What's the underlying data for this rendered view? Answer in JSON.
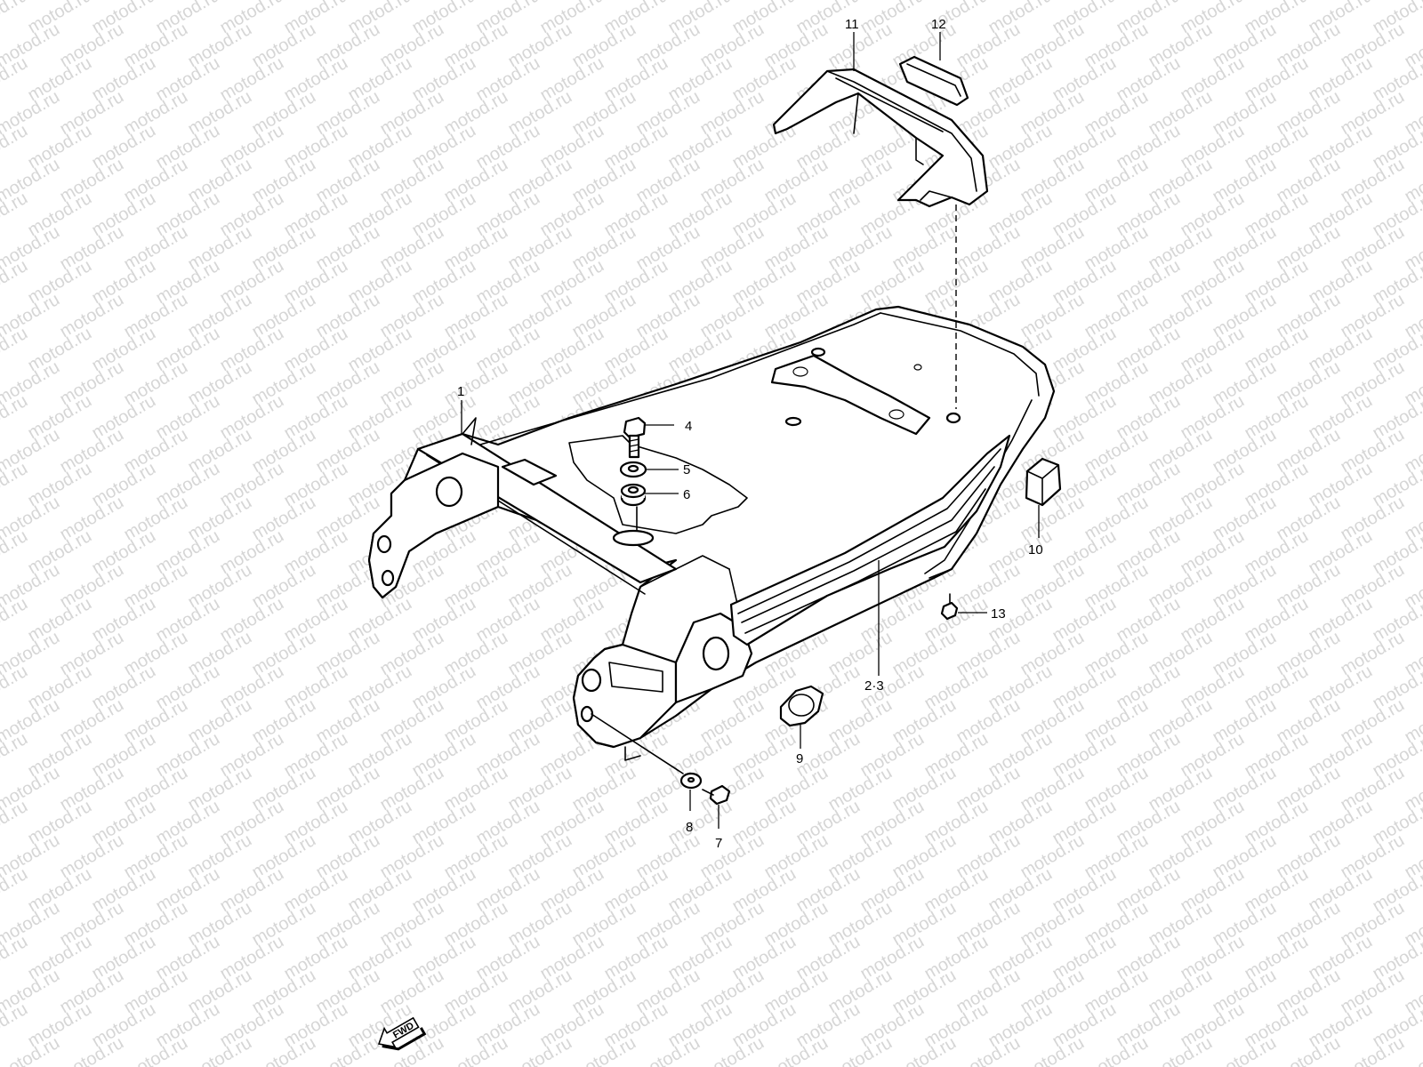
{
  "watermark": {
    "text": "motod.ru",
    "color": "#d6d6d6"
  },
  "direction_label": "FWD",
  "callouts": [
    {
      "id": "c1",
      "text": "1"
    },
    {
      "id": "c2-3",
      "text": "2·3"
    },
    {
      "id": "c4",
      "text": "4"
    },
    {
      "id": "c5",
      "text": "5"
    },
    {
      "id": "c6",
      "text": "6"
    },
    {
      "id": "c7",
      "text": "7"
    },
    {
      "id": "c8",
      "text": "8"
    },
    {
      "id": "c9",
      "text": "9"
    },
    {
      "id": "c10",
      "text": "10"
    },
    {
      "id": "c11",
      "text": "11"
    },
    {
      "id": "c12",
      "text": "12"
    },
    {
      "id": "c13",
      "text": "13"
    }
  ]
}
